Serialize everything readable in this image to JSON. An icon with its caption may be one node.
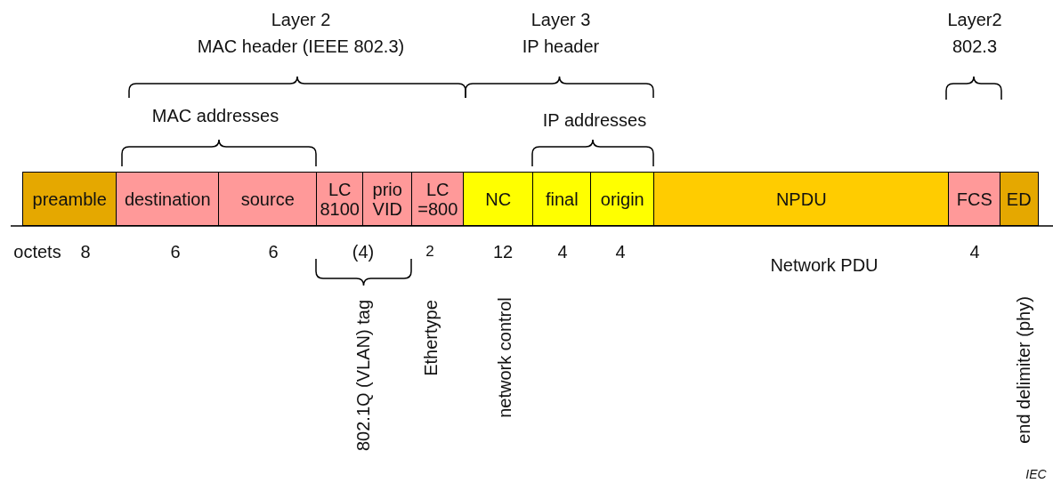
{
  "diagram": {
    "nodes": [
      {
        "text": [
          "preamble"
        ]
      },
      {
        "text": [
          "destination"
        ]
      },
      {
        "text": [
          "source"
        ]
      },
      {
        "text": [
          "LC 8100"
        ]
      },
      {
        "text": [
          "prio VID"
        ]
      },
      {
        "text": [
          "LC =800"
        ]
      },
      {
        "text": [
          "NC"
        ]
      },
      {
        "text": [
          "final"
        ]
      },
      {
        "text": [
          "origin"
        ]
      },
      {
        "text": [
          "NPDU"
        ]
      },
      {
        "text": [
          "FCS"
        ]
      },
      {
        "text": [
          "ED"
        ]
      }
    ],
    "labels": [
      "Layer 2",
      "MAC header (IEEE 802.3)",
      "Layer 3",
      "IP header",
      "Layer2",
      "802.3",
      "MAC addresses",
      "IP addresses",
      "octets",
      "8",
      "6",
      "6",
      "(4)",
      "2",
      "12",
      "4",
      "4",
      "4",
      "Network PDU",
      "802.1Q (VLAN) tag",
      "Ethertype",
      "network control",
      "end delimiter (phy)",
      "IEC"
    ]
  }
}
